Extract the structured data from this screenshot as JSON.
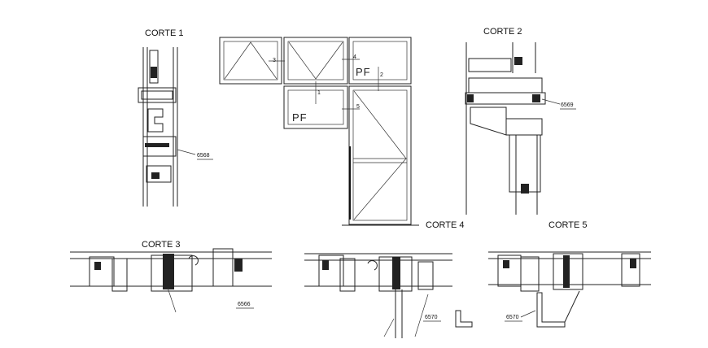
{
  "cortes": {
    "c1": "CORTE 1",
    "c2": "CORTE 2",
    "c3": "CORTE 3",
    "c4": "CORTE 4",
    "c5": "CORTE 5"
  },
  "elevation": {
    "pf_top": "PF",
    "pf_mid": "PF",
    "marks": [
      "1",
      "2",
      "3",
      "4",
      "5"
    ]
  },
  "parts": {
    "p6568": "6568",
    "p6569": "6569",
    "p6566": "6566",
    "p6570_a": "6570",
    "p6570_b": "6570"
  }
}
